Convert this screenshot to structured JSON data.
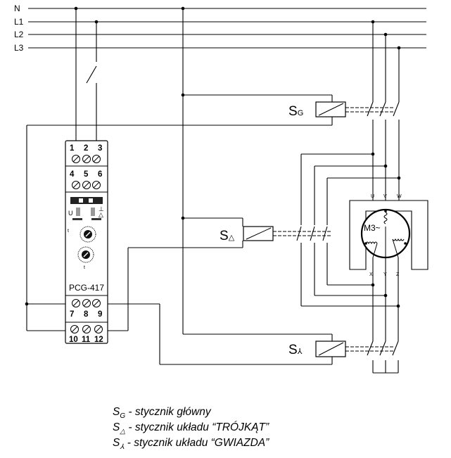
{
  "lines": {
    "n": "N",
    "l1": "L1",
    "l2": "L2",
    "l3": "L3"
  },
  "contactors": {
    "main": {
      "letter": "S",
      "sub": "G"
    },
    "delta": {
      "letter": "S",
      "sub": "△"
    },
    "star": {
      "letter": "S",
      "sub": "⅄"
    }
  },
  "device": {
    "model": "PCG-417",
    "terminals_top": [
      "1",
      "2",
      "3"
    ],
    "terminals_mid": [
      "4",
      "5",
      "6"
    ],
    "terminals_low": [
      "7",
      "8",
      "9"
    ],
    "terminals_bottom": [
      "10",
      "11",
      "12"
    ],
    "label_u": "U",
    "label_t": "t",
    "label_ts": "t",
    "icon": "fif-logo-icon"
  },
  "motor": {
    "label": "M3~",
    "top_terminals": [
      "U",
      "V",
      "W"
    ],
    "bottom_terminals": [
      "X",
      "Y",
      "Z"
    ]
  },
  "legend": [
    {
      "sym": "S",
      "sub": "G",
      "text": " - stycznik główny"
    },
    {
      "sym": "S",
      "sub": "△",
      "text": " - stycznik układu “TRÓJKĄT”"
    },
    {
      "sym": "S",
      "sub": "⅄",
      "text": " - stycznik układu “GWIAZDA”"
    }
  ]
}
